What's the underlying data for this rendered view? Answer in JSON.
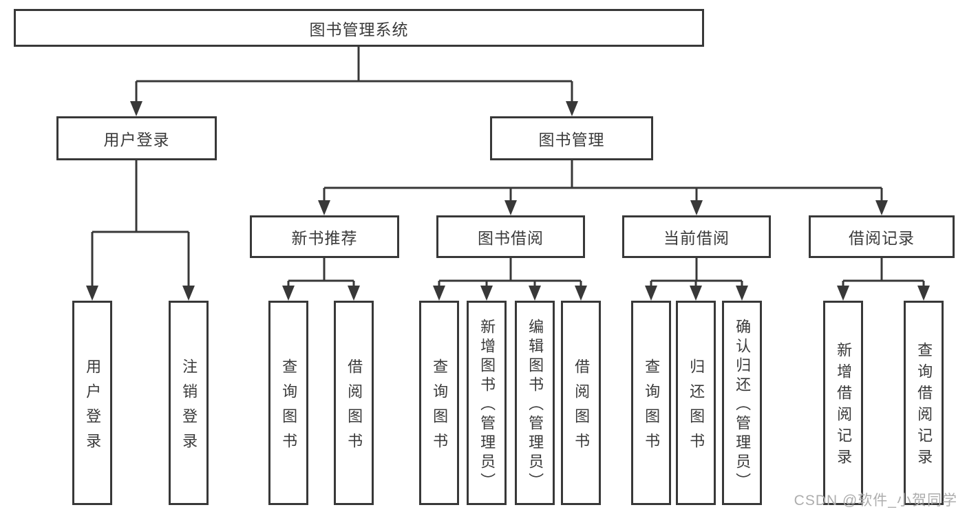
{
  "diagram": {
    "root": {
      "label": "图书管理系统"
    },
    "level2": {
      "user_login": {
        "label": "用户登录"
      },
      "book_management": {
        "label": "图书管理"
      }
    },
    "level3": {
      "new_book_recommend": {
        "label": "新书推荐"
      },
      "book_borrow": {
        "label": "图书借阅"
      },
      "current_borrow": {
        "label": "当前借阅"
      },
      "borrow_records": {
        "label": "借阅记录"
      }
    },
    "leaves": {
      "user_login": {
        "label": "用户登录"
      },
      "logout": {
        "label": "注销登录"
      },
      "recommend_query_books": {
        "label": "查询图书"
      },
      "recommend_borrow_books": {
        "label": "借阅图书"
      },
      "borrow_query_books": {
        "label": "查询图书"
      },
      "borrow_add_books_admin": {
        "label": "新增图书（管理员）"
      },
      "borrow_edit_books_admin": {
        "label": "编辑图书（管理员）"
      },
      "borrow_borrow_books": {
        "label": "借阅图书"
      },
      "current_query_books": {
        "label": "查询图书"
      },
      "current_return_books": {
        "label": "归还图书"
      },
      "current_confirm_return_admin": {
        "label": "确认归还（管理员）"
      },
      "records_add_record": {
        "label": "新增借阅记录"
      },
      "records_query_record": {
        "label": "查询借阅记录"
      }
    }
  },
  "watermark": {
    "text": "CSDN @软件_小贺同学"
  },
  "colors": {
    "line": "#383838",
    "text": "#3a3a3a",
    "watermark": "#adadad",
    "background": "#ffffff"
  }
}
